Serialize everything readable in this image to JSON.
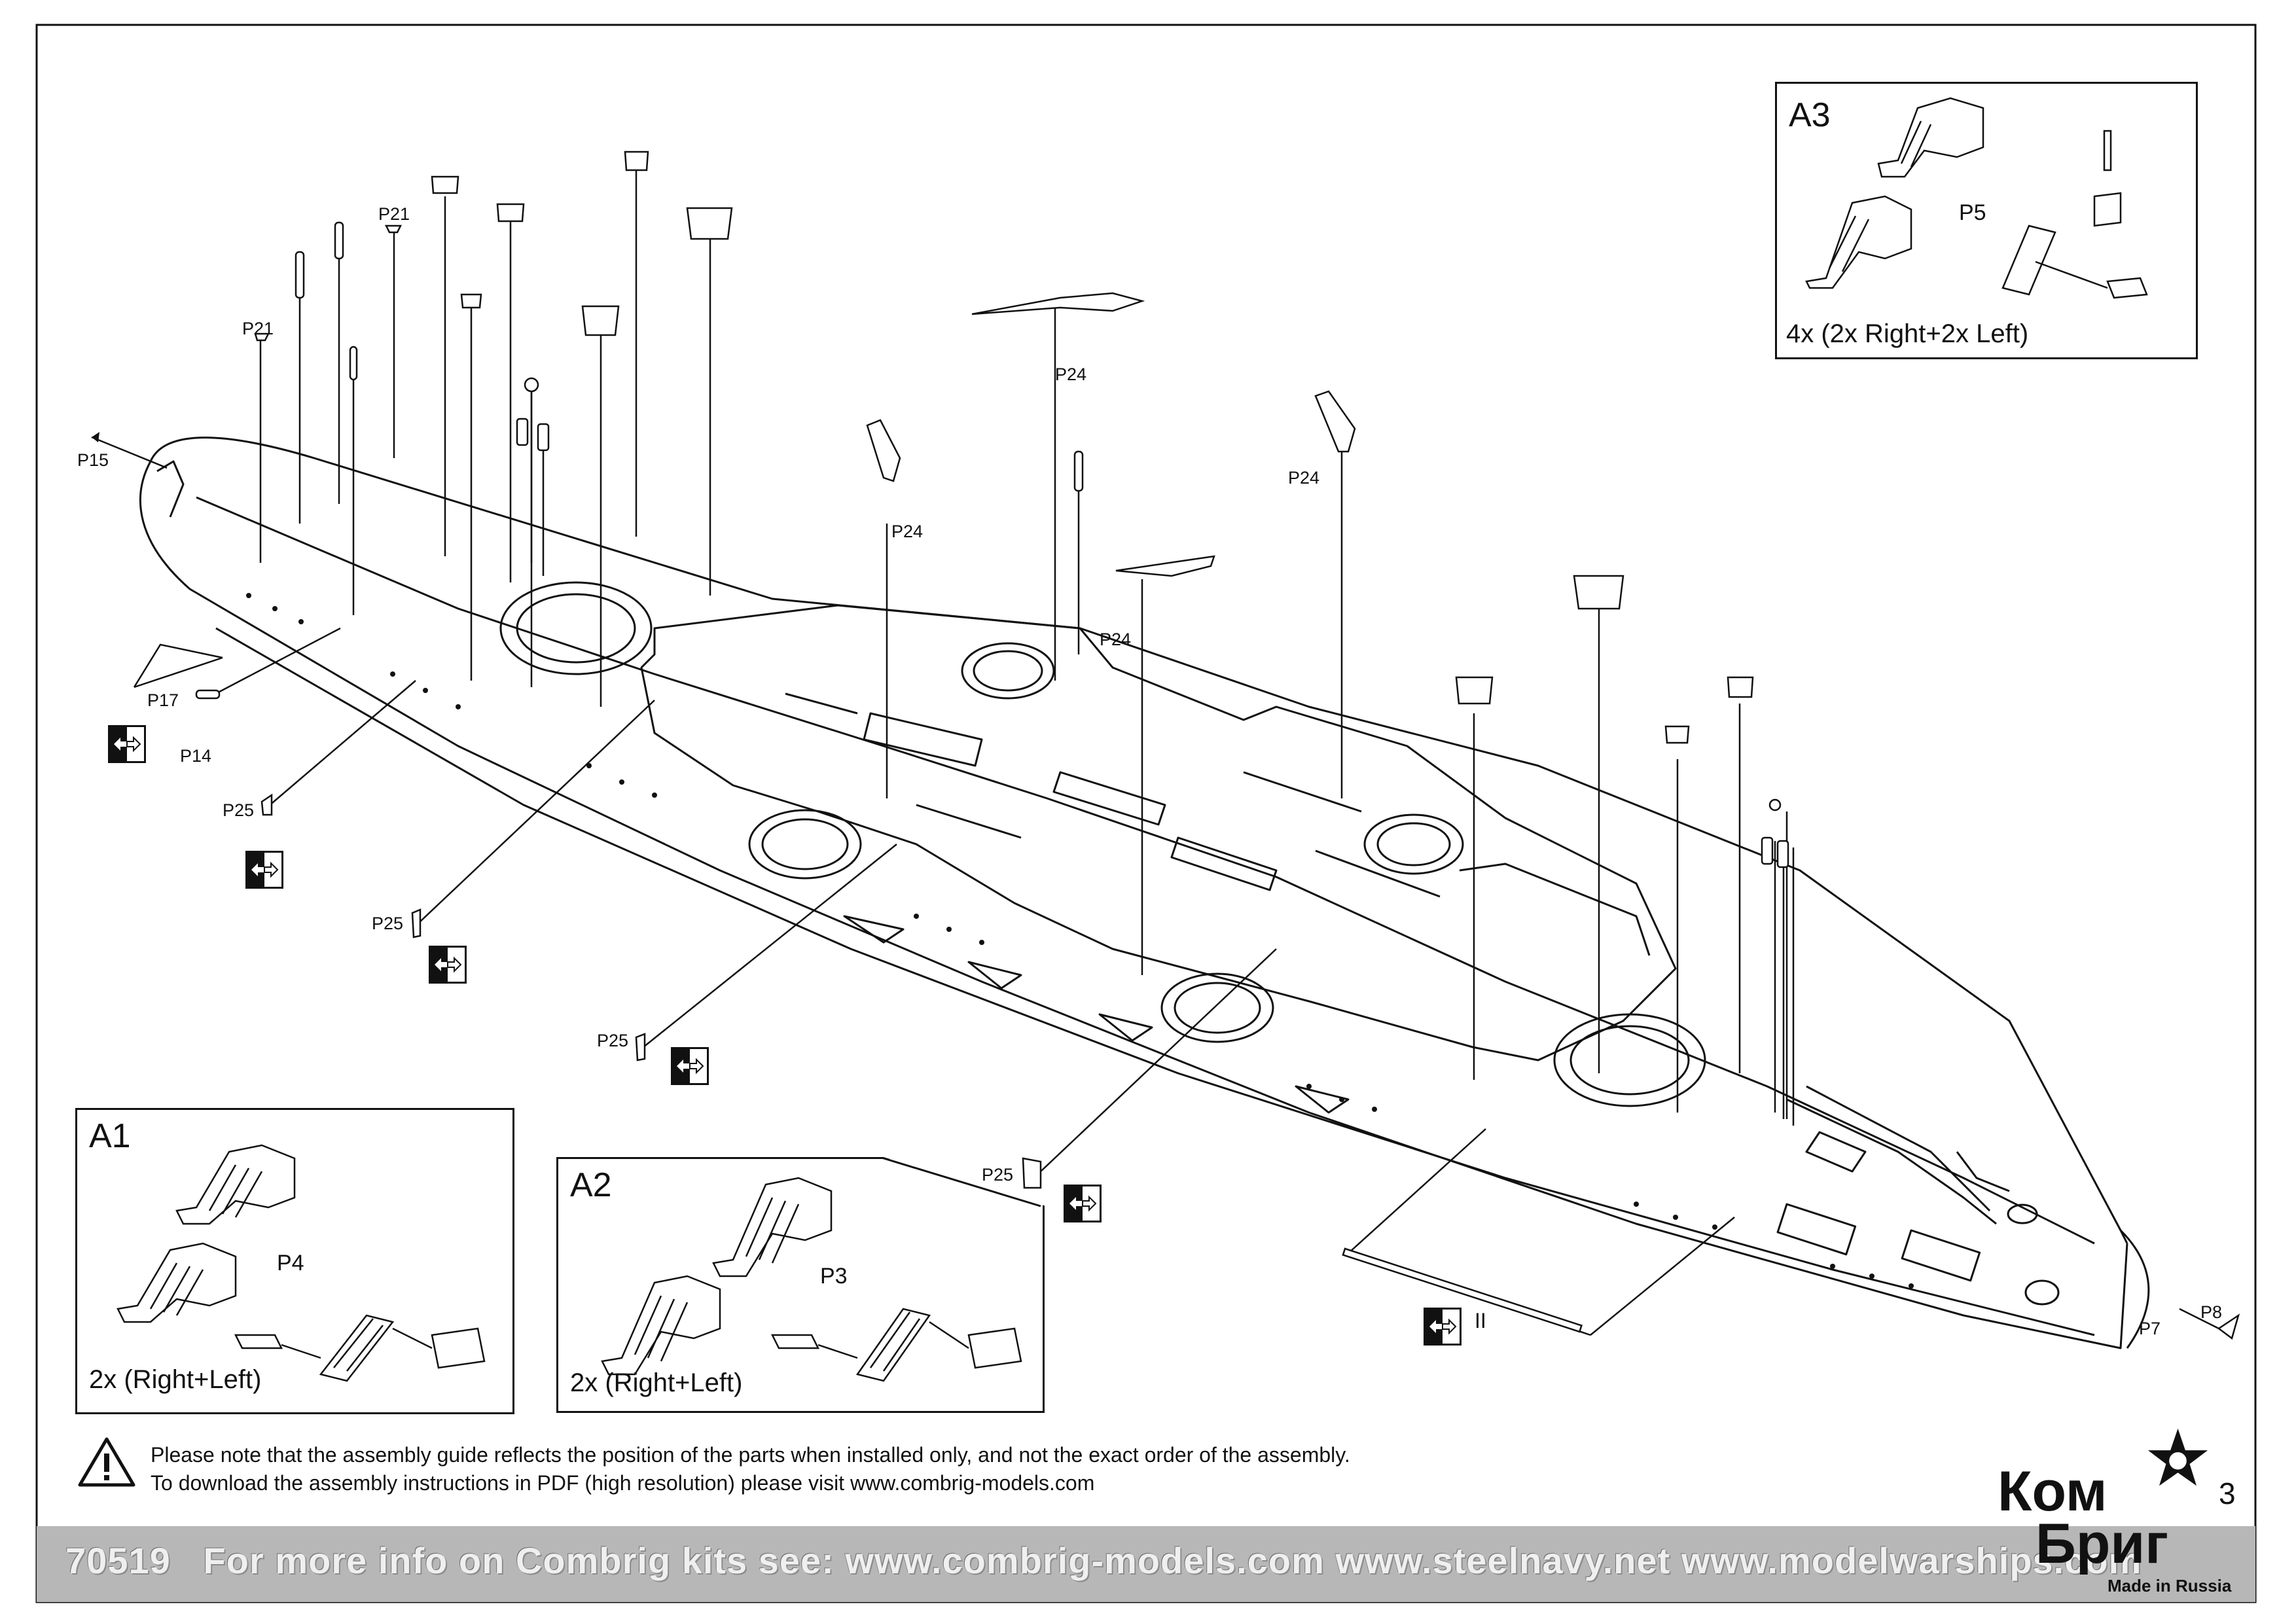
{
  "sheet": {
    "page_number": "3"
  },
  "labels": {
    "p15": "P15",
    "p21_a": "P21",
    "p21_b": "P21",
    "p17": "P17",
    "p14": "P14",
    "p25_a": "P25",
    "p25_b": "P25",
    "p25_c": "P25",
    "p25_d": "P25",
    "p24_a": "P24",
    "p24_b": "P24",
    "p24_c": "P24",
    "p24_d": "P24",
    "p7": "P7",
    "p8": "P8",
    "view_ii": "II"
  },
  "insets": {
    "a1": {
      "title": "A1",
      "part": "P4",
      "count": "2x (Right+Left)"
    },
    "a2": {
      "title": "A2",
      "part": "P3",
      "count": "2x (Right+Left)"
    },
    "a3": {
      "title": "A3",
      "part": "P5",
      "count": "4x (2x Right+2x Left)"
    }
  },
  "notice": {
    "line1": "Please note that the assembly guide reflects the position of the parts when installed only, and not the exact order of the assembly.",
    "line2": "To download the assembly instructions in PDF (high resolution) please visit www.combrig-models.com",
    "icon": "warning-triangle-icon"
  },
  "footer": {
    "kit_code": "70519",
    "info": "For more info on Combrig kits see: www.combrig-models.com www.steelnavy.net  www.modelwarships.com"
  },
  "logo": {
    "line1": "Ком",
    "line2": "Бриг",
    "tagline": "Made in Russia",
    "icon": "star-icon"
  },
  "colors": {
    "line": "#111111",
    "footer_band": "#b7b7b7",
    "footer_text": "#efefef"
  }
}
